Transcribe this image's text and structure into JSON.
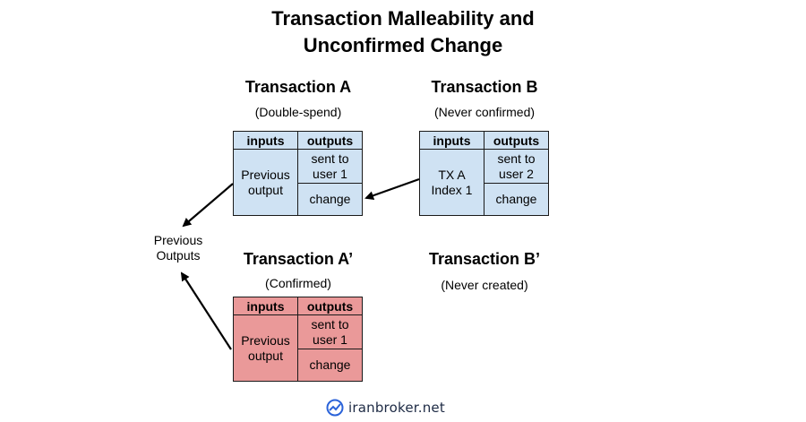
{
  "title": {
    "line1": "Transaction Malleability and",
    "line2": "Unconfirmed Change"
  },
  "header": {
    "inputs": "inputs",
    "outputs": "outputs"
  },
  "tx_a": {
    "name": "Transaction A",
    "note": "(Double-spend)",
    "input_line1": "Previous",
    "input_line2": "output",
    "out1_line1": "sent to",
    "out1_line2": "user 1",
    "out2": "change"
  },
  "tx_b": {
    "name": "Transaction B",
    "note": "(Never confirmed)",
    "input_line1": "TX A",
    "input_line2": "Index 1",
    "out1_line1": "sent to",
    "out1_line2": "user 2",
    "out2": "change"
  },
  "tx_a_prime": {
    "name": "Transaction A’",
    "note": "(Confirmed)",
    "input_line1": "Previous",
    "input_line2": "output",
    "out1_line1": "sent to",
    "out1_line2": "user 1",
    "out2": "change"
  },
  "tx_b_prime": {
    "name": "Transaction B’",
    "note": "(Never created)"
  },
  "previous_outputs": {
    "line1": "Previous",
    "line2": "Outputs"
  },
  "colors": {
    "blue_fill": "#cfe2f3",
    "red_fill": "#ea9999"
  },
  "watermark": {
    "text": "iranbroker.net",
    "icon": "chart-logo-icon"
  }
}
